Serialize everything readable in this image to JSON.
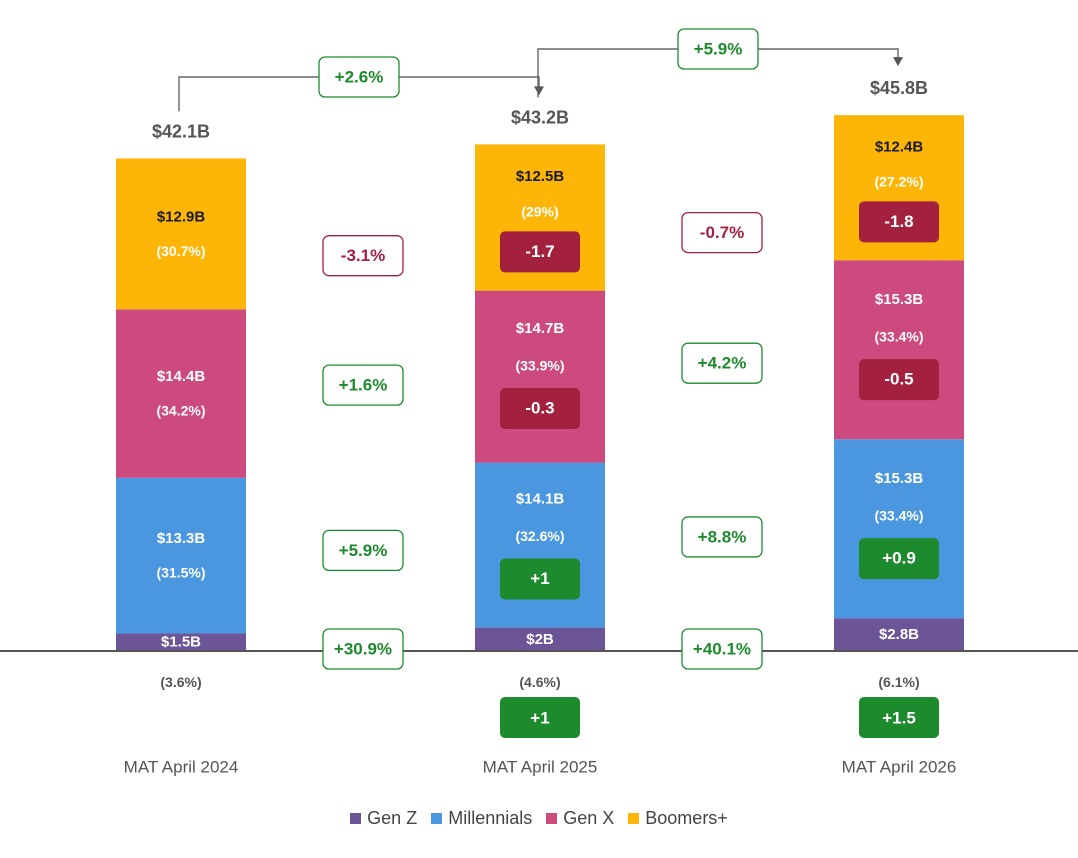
{
  "chart_data": {
    "type": "bar",
    "stacked": true,
    "categories": [
      "MAT April 2024",
      "MAT April 2025",
      "MAT April 2026"
    ],
    "totals": [
      "$42.1B",
      "$43.2B",
      "$45.8B"
    ],
    "total_values": [
      42.1,
      43.2,
      45.8
    ],
    "series": [
      {
        "name": "Gen Z",
        "color": "#6B5596",
        "values": [
          1.5,
          2.0,
          2.8
        ],
        "value_labels": [
          "$1.5B",
          "$2B",
          "$2.8B"
        ],
        "share_labels": [
          "(3.6%)",
          "(4.6%)",
          "(6.1%)"
        ],
        "change_labels": [
          "",
          "+1",
          "+1.5"
        ],
        "growth_labels": [
          "+30.9%",
          "+40.1%"
        ]
      },
      {
        "name": "Millennials",
        "color": "#4A97E0",
        "values": [
          13.3,
          14.1,
          15.3
        ],
        "value_labels": [
          "$13.3B",
          "$14.1B",
          "$15.3B"
        ],
        "share_labels": [
          "(31.5%)",
          "(32.6%)",
          "(33.4%)"
        ],
        "change_labels": [
          "",
          "+1",
          "+0.9"
        ],
        "growth_labels": [
          "+5.9%",
          "+8.8%"
        ]
      },
      {
        "name": "Gen X",
        "color": "#CC4A7E",
        "values": [
          14.4,
          14.7,
          15.3
        ],
        "value_labels": [
          "$14.4B",
          "$14.7B",
          "$15.3B"
        ],
        "share_labels": [
          "(34.2%)",
          "(33.9%)",
          "(33.4%)"
        ],
        "change_labels": [
          "",
          "-0.3",
          "-0.5"
        ],
        "growth_labels": [
          "+1.6%",
          "+4.2%"
        ]
      },
      {
        "name": "Boomers+",
        "color": "#FDB507",
        "values": [
          12.9,
          12.5,
          12.4
        ],
        "value_labels": [
          "$12.9B",
          "$12.5B",
          "$12.4B"
        ],
        "share_labels": [
          "(30.7%)",
          "(29%)",
          "(27.2%)"
        ],
        "change_labels": [
          "",
          "-1.7",
          "-1.8"
        ],
        "growth_labels": [
          "-3.1%",
          "-0.7%"
        ]
      }
    ],
    "total_growth_labels": [
      "+2.6%",
      "+5.9%"
    ],
    "colors": {
      "positive": "#1E8A2E",
      "negative": "#A3213F",
      "text": "#555555"
    }
  }
}
